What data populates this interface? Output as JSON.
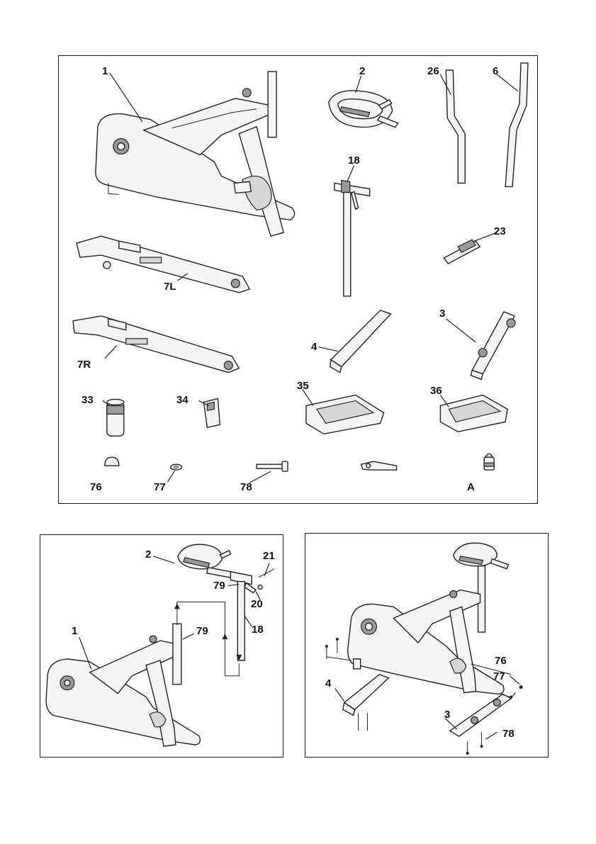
{
  "parts_panel": {
    "labels": {
      "p1": "1",
      "p2": "2",
      "p26": "26",
      "p6": "6",
      "p18": "18",
      "p23": "23",
      "p7L": "7L",
      "p7R": "7R",
      "p4": "4",
      "p3": "3",
      "p33": "33",
      "p34": "34",
      "p35": "35",
      "p36": "36",
      "p76": "76",
      "p77": "77",
      "p78": "78",
      "pA": "A"
    }
  },
  "step1_panel": {
    "labels": {
      "p2": "2",
      "p21": "21",
      "p79a": "79",
      "p20": "20",
      "p1": "1",
      "p79b": "79",
      "p18": "18"
    }
  },
  "step2_panel": {
    "labels": {
      "p76": "76",
      "p77": "77",
      "p4": "4",
      "p3": "3",
      "p78": "78"
    }
  },
  "colors": {
    "line": "#222222",
    "frame_fill": "#f4f4f4",
    "shade": "#9a9a9a"
  }
}
